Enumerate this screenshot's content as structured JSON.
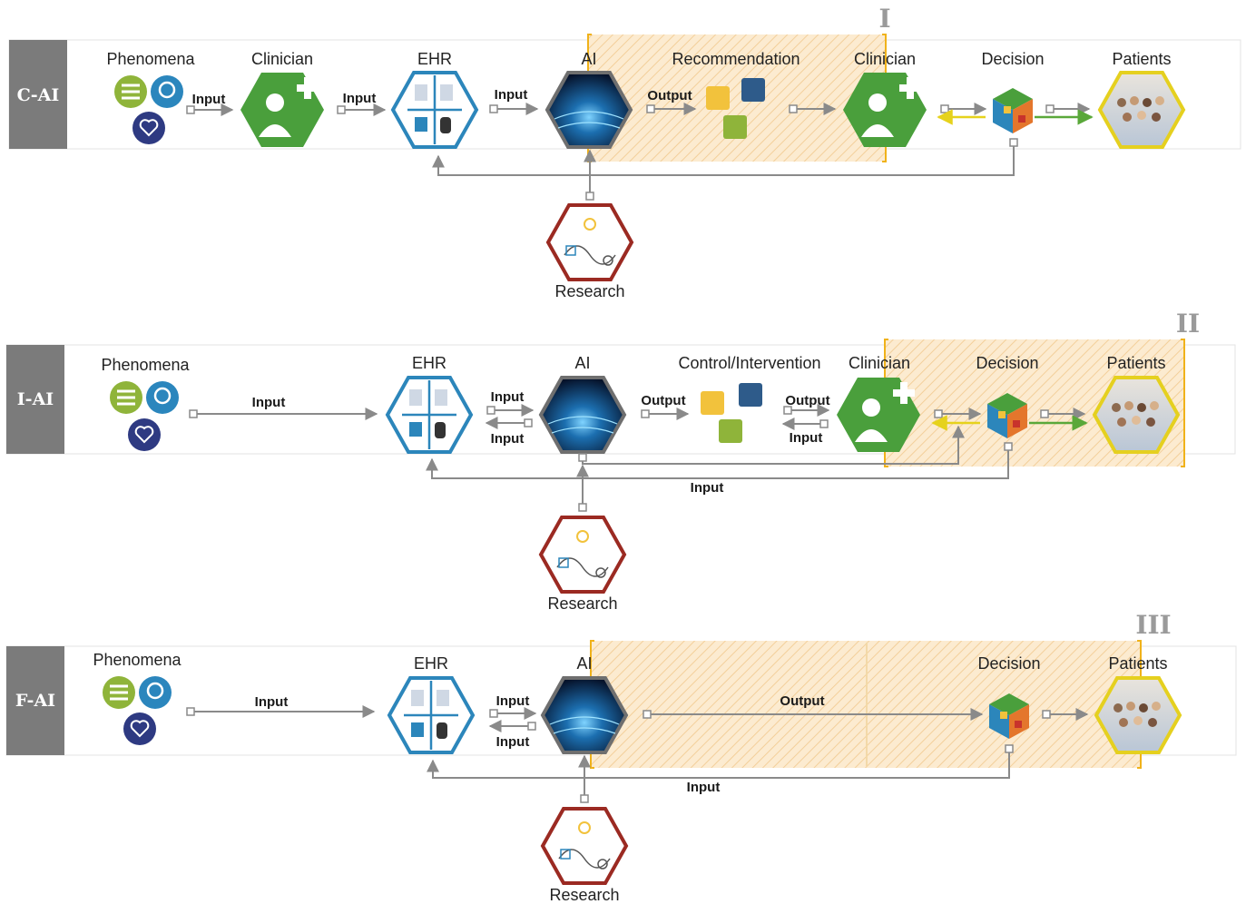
{
  "colors": {
    "clinician": "#4a9f3c",
    "ehr": "#2c86bb",
    "ai_border": "#6f6f6f",
    "research": "#9b2a22",
    "patients": "#e5d01f",
    "arrow": "#8a8a8a",
    "band": "#7b7b7b",
    "highlight_border": "#f0b21a",
    "highlight_fill": "#fbe4bd"
  },
  "panels": [
    {
      "id": "c-ai",
      "band": "C-AI",
      "roman": "I",
      "labels": {
        "phenomena": "Phenomena",
        "clinician1": "Clinician",
        "ehr": "EHR",
        "ai": "AI",
        "recommendation": "Recommendation",
        "clinician2": "Clinician",
        "decision": "Decision",
        "patients": "Patients",
        "research": "Research"
      },
      "edges": {
        "input1": "Input",
        "input2": "Input",
        "input3": "Input",
        "output": "Output"
      }
    },
    {
      "id": "i-ai",
      "band": "I-AI",
      "roman": "II",
      "labels": {
        "phenomena": "Phenomena",
        "ehr": "EHR",
        "ai": "AI",
        "control": "Control/Intervention",
        "clinician": "Clinician",
        "decision": "Decision",
        "patients": "Patients",
        "research": "Research"
      },
      "edges": {
        "input_long": "Input",
        "input_top": "Input",
        "input_bottom": "Input",
        "output1": "Output",
        "output2": "Output",
        "input_back": "Input",
        "input_feedback": "Input"
      }
    },
    {
      "id": "f-ai",
      "band": "F-AI",
      "roman": "III",
      "labels": {
        "phenomena": "Phenomena",
        "ehr": "EHR",
        "ai": "AI",
        "decision": "Decision",
        "patients": "Patients",
        "research": "Research"
      },
      "edges": {
        "input_long": "Input",
        "input_top": "Input",
        "input_bottom": "Input",
        "output": "Output",
        "input_feedback": "Input"
      }
    }
  ]
}
